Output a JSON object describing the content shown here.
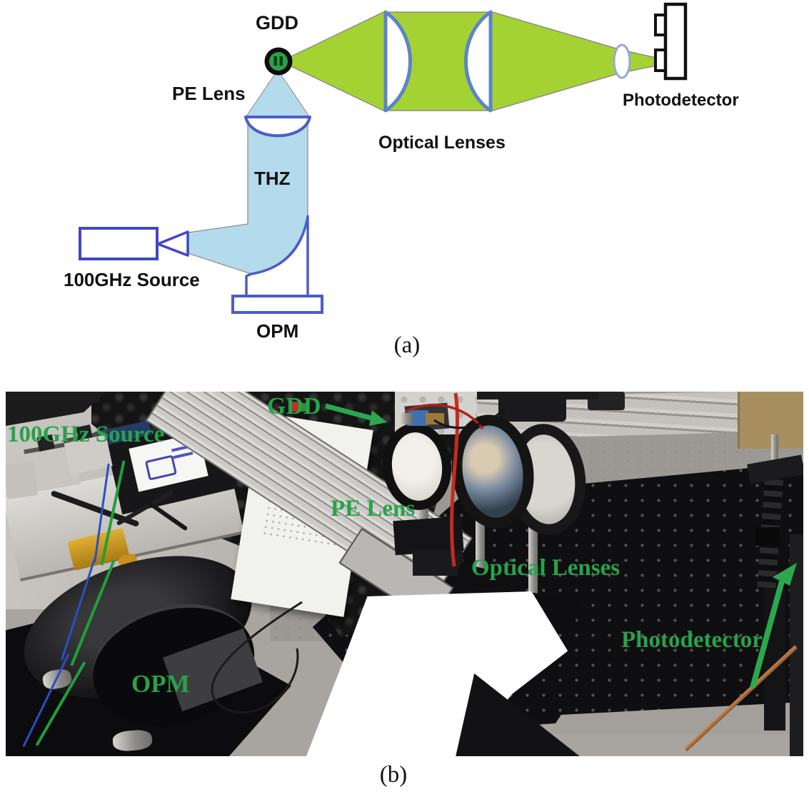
{
  "figure": {
    "panel_a": {
      "caption": "(a)",
      "labels": {
        "gdd": "GDD",
        "pe_lens": "PE Lens",
        "thz": "THZ",
        "source": "100GHz Source",
        "opm": "OPM",
        "optical_lenses": "Optical Lenses",
        "photodetector": "Photodetector"
      },
      "colors": {
        "thz_beam_blue": "#b3dbeb",
        "optical_beam_green": "#a5d233",
        "lens_outline_blue": "#5b84c9",
        "component_outline_blue": "#4047c6",
        "gdd_green": "#2f9e47",
        "thz_text_navy": "#1e3a6c"
      }
    },
    "panel_b": {
      "caption": "(b)",
      "labels": {
        "source": "100GHz Source",
        "gdd": "GDD",
        "pe_lens": "PE Lens",
        "optical_lenses": "Optical Lenses",
        "photodetector": "Photodetector",
        "opm": "OPM"
      },
      "label_color_green": "#27a24b"
    }
  }
}
